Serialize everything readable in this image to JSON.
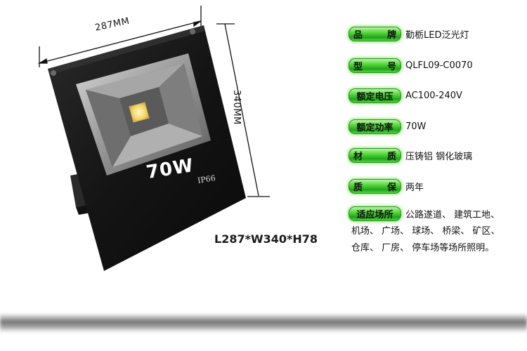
{
  "dimensions": {
    "width_label": "287MM",
    "height_label": "340MM"
  },
  "product": {
    "power": "70W",
    "rating": "IP66",
    "size_text": "L287*W340*H78"
  },
  "specs": [
    {
      "tag_chars": [
        "品",
        "牌"
      ],
      "value": "勤栃LED泛光灯"
    },
    {
      "tag_chars": [
        "型",
        "号"
      ],
      "value": "QLFL09-C0070"
    },
    {
      "tag_chars": [
        "额定电压"
      ],
      "value": "AC100-240V"
    },
    {
      "tag_chars": [
        "额定功率"
      ],
      "value": "70W"
    },
    {
      "tag_chars": [
        "材",
        "质"
      ],
      "value": "压铸铝 钢化玻璃"
    },
    {
      "tag_chars": [
        "质",
        "保"
      ],
      "value": "两年"
    },
    {
      "tag_chars": [
        "适应场所"
      ],
      "value": "公路遂道、 建筑工地、"
    }
  ],
  "applications_more": [
    "机场、 广场、 球场、 桥梁、 矿区、",
    "仓库、 厂房、 停车场等场所照明。"
  ],
  "colors": {
    "tag_green": "#3cc22a",
    "housing": "#1c1c1c",
    "text": "#111111"
  }
}
